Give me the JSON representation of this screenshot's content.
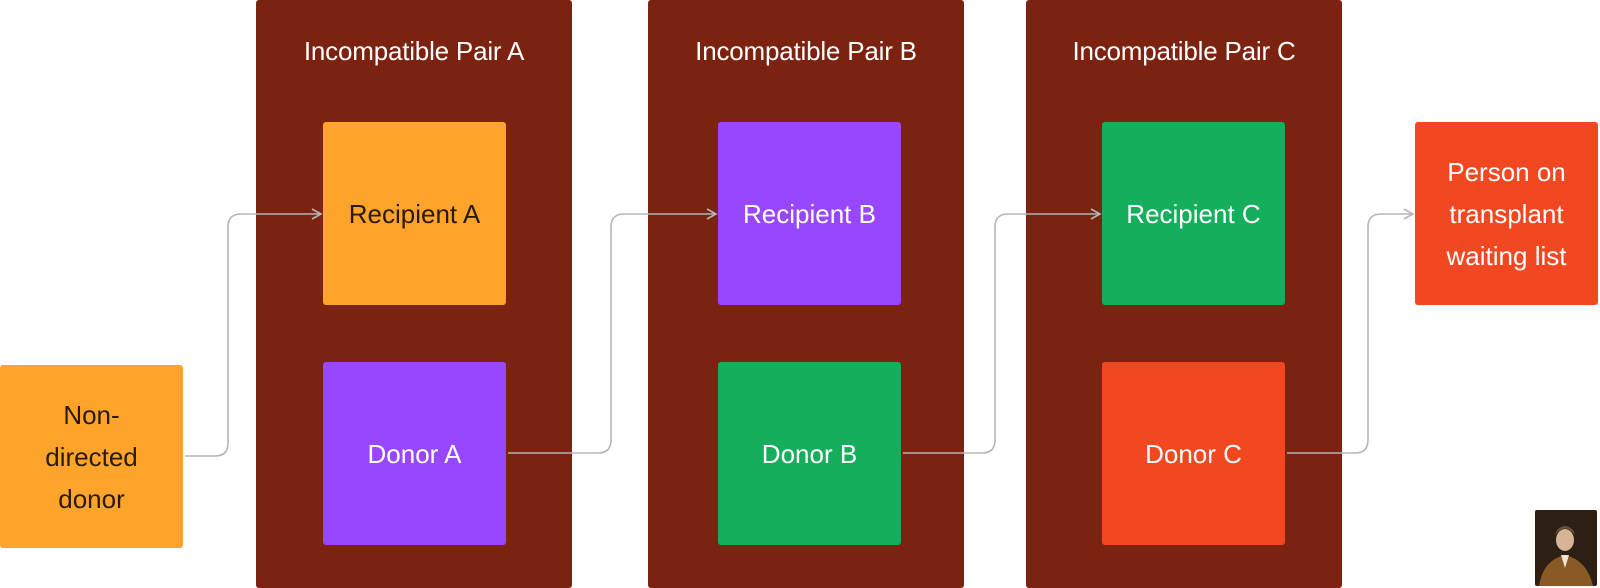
{
  "pairs": [
    {
      "title": "Incompatible Pair A",
      "recipient": "Recipient A",
      "donor": "Donor A"
    },
    {
      "title": "Incompatible Pair B",
      "recipient": "Recipient B",
      "donor": "Donor B"
    },
    {
      "title": "Incompatible Pair C",
      "recipient": "Recipient C",
      "donor": "Donor C"
    }
  ],
  "start_node": {
    "label_lines": [
      "Non-",
      "directed",
      "donor"
    ]
  },
  "end_node": {
    "label_lines": [
      "Person on",
      "transplant",
      "waiting list"
    ]
  },
  "colors": {
    "panel": "#7b2211",
    "orange": "#ffa42a",
    "purple": "#9747ff",
    "green": "#14ae5c",
    "red": "#f24822",
    "arrow": "#b5b5b5"
  },
  "icons": {
    "portrait": "portrait-thumbnail-icon"
  }
}
